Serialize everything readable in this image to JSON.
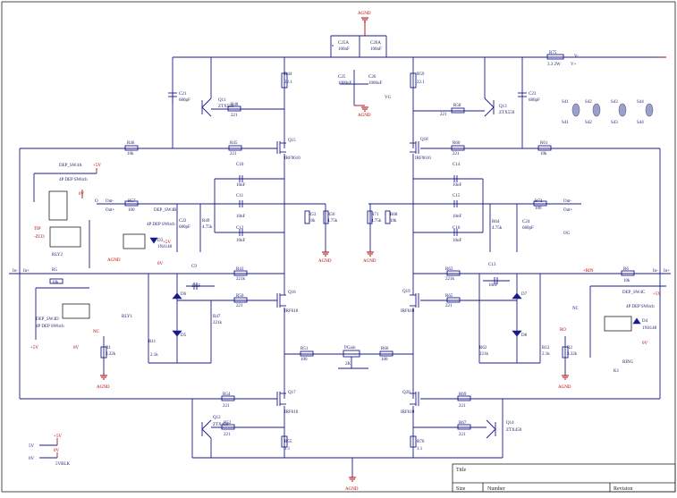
{
  "power": {
    "agnd": "AGND",
    "vplus": "V+",
    "vminus": "V-",
    "vg": "VG",
    "v5": "5V",
    "v0": "0V",
    "v5blk": "5VBLK",
    "plus5": "+5V",
    "zero": "0V"
  },
  "resistors": {
    "r44": {
      "ref": "R44",
      "val": "22.1"
    },
    "r59": {
      "ref": "R59",
      "val": "22.1"
    },
    "r75": {
      "ref": "R75",
      "val": "3.3 2W"
    },
    "r48": {
      "ref": "R48",
      "val": "221"
    },
    "r58": {
      "ref": "R58",
      "val": "221"
    },
    "r46": {
      "ref": "R46",
      "val": "10k"
    },
    "r45": {
      "ref": "R45",
      "val": "221"
    },
    "r60": {
      "ref": "R60",
      "val": "221"
    },
    "r61": {
      "ref": "R61",
      "val": "10k"
    },
    "r57": {
      "ref": "R57",
      "val": "100"
    },
    "r49": {
      "ref": "R49",
      "val": "4.75k"
    },
    "r53": {
      "ref": "R53",
      "val": "10k"
    },
    "r56": {
      "ref": "R56",
      "val": "4.75k"
    },
    "r71": {
      "ref": "R71",
      "val": "4.75k"
    },
    "r68": {
      "ref": "R68",
      "val": "10k"
    },
    "r64": {
      "ref": "R64",
      "val": "4.75k"
    },
    "r72": {
      "ref": "R72",
      "val": "100"
    },
    "r5": {
      "ref": "R5",
      "val": "10k"
    },
    "r43": {
      "ref": "R43",
      "val": "221k"
    },
    "r50": {
      "ref": "R50",
      "val": "221"
    },
    "r47": {
      "ref": "R47",
      "val": "221k"
    },
    "r11": {
      "ref": "R11",
      "val": "2.1k"
    },
    "r1": {
      "ref": "R1",
      "val": "3.32k"
    },
    "r63": {
      "ref": "R63",
      "val": "221k"
    },
    "r65": {
      "ref": "R65",
      "val": "221"
    },
    "r62": {
      "ref": "R62",
      "val": "221k"
    },
    "r12": {
      "ref": "R12",
      "val": "2.1k"
    },
    "r2": {
      "ref": "R2",
      "val": "3.32k"
    },
    "r6": {
      "ref": "R6",
      "val": "10k"
    },
    "r51": {
      "ref": "R51",
      "val": "100"
    },
    "r66": {
      "ref": "R66",
      "val": "100"
    },
    "pgain": {
      "ref": "PGain",
      "val": "2K"
    },
    "r54": {
      "ref": "R54",
      "val": "221"
    },
    "r52": {
      "ref": "R52",
      "val": "221"
    },
    "r55": {
      "ref": "R55",
      "val": "1.1"
    },
    "r69": {
      "ref": "R69",
      "val": "221"
    },
    "r67": {
      "ref": "R67",
      "val": "221"
    },
    "r70": {
      "ref": "R70",
      "val": "1.1"
    }
  },
  "capacitors": {
    "c25a": {
      "ref": "C25A",
      "val": "100nF"
    },
    "c26a": {
      "ref": "C26A",
      "val": "100nF"
    },
    "c25": {
      "ref": "C25",
      "val": "1000uF"
    },
    "c26": {
      "ref": "C26",
      "val": "1000uF"
    },
    "c21": {
      "ref": "C21",
      "val": "680pF"
    },
    "c23": {
      "ref": "C23",
      "val": "680pF"
    },
    "c10": {
      "ref": "C10",
      "val": "10nF"
    },
    "c11": {
      "ref": "C11",
      "val": "10nF"
    },
    "c12": {
      "ref": "C12",
      "val": "10nF"
    },
    "c14": {
      "ref": "C14",
      "val": "10nF"
    },
    "c15": {
      "ref": "C15",
      "val": "10nF"
    },
    "c16": {
      "ref": "C16",
      "val": "10nF"
    },
    "c22": {
      "ref": "C22",
      "val": "680pF"
    },
    "c24": {
      "ref": "C24",
      "val": "680pF"
    },
    "c9": {
      "ref": "C9",
      "val": "10nF"
    },
    "c13": {
      "ref": "C13",
      "val": "10nF"
    }
  },
  "transistors": {
    "q11": {
      "ref": "Q11",
      "val": "ZTX550"
    },
    "q13": {
      "ref": "Q13",
      "val": "ZTX550"
    },
    "q15": {
      "ref": "Q15",
      "val": "IRF9610"
    },
    "q18": {
      "ref": "Q18",
      "val": "IRF9610"
    },
    "q16": {
      "ref": "Q16",
      "val": "IRF610"
    },
    "q19": {
      "ref": "Q19",
      "val": "IRF610"
    },
    "q17": {
      "ref": "Q17",
      "val": "IRF610"
    },
    "q20": {
      "ref": "Q20",
      "val": "IRF610"
    },
    "q12": {
      "ref": "Q12",
      "val": "ZTX450"
    },
    "q14": {
      "ref": "Q14",
      "val": "ZTX450"
    }
  },
  "diodes": {
    "d6": "D6",
    "d5": "D5",
    "d7": "D7",
    "d8": "D8",
    "d3": {
      "ref": "D3",
      "val": "1N4148"
    },
    "d4": {
      "ref": "D4",
      "val": "1N4148"
    }
  },
  "switches": {
    "sw4a": {
      "ref": "DEP_SW4A",
      "val": "4P DEP SWitch"
    },
    "sw4b": {
      "ref": "DEP_SW4B",
      "val": "4P DEP SWitch"
    },
    "sw4c": {
      "ref": "DEP_SW4C",
      "val": "4P DEP SWitch"
    },
    "sw4d": {
      "ref": "DEP_SW4D",
      "val": "4P DEP SWitch"
    },
    "s41": "S41",
    "s42": "S42",
    "s43": "S43",
    "s44": "S44"
  },
  "relays": {
    "rly1": "RLY1",
    "rly2": "RLY2",
    "ring": "RING",
    "k1": "K1"
  },
  "nets": {
    "outminus": "Out-",
    "outplus": "Out+",
    "out2": "O",
    "cgl": "OG",
    "inm": "In-",
    "inp": "In+",
    "tipl": "TIP",
    "zcon": "-ZCO",
    "nc": "NC",
    "ro": "RO",
    "rin": "+RIN"
  },
  "titleblock": {
    "title": "Title",
    "size": "Size",
    "number": "Number",
    "revision": "Revision"
  }
}
